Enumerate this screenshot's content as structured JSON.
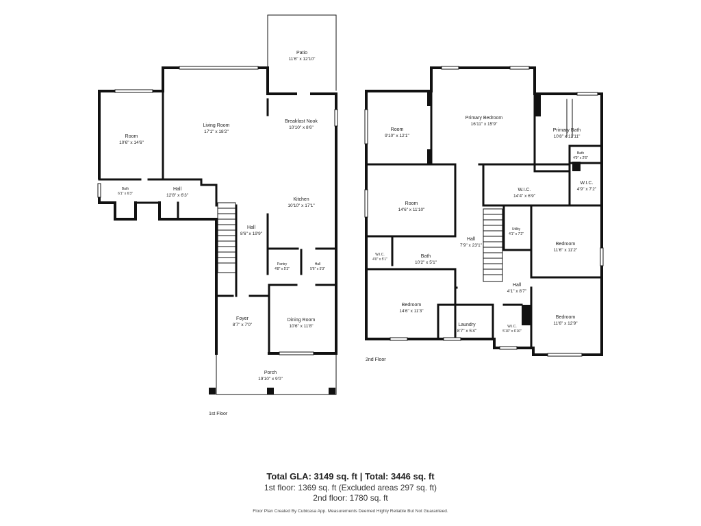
{
  "first_floor": {
    "label": "1st Floor",
    "rooms": [
      {
        "id": "patio",
        "name": "Patio",
        "dims": "11'6\" x 12'10\""
      },
      {
        "id": "room",
        "name": "Room",
        "dims": "10'6\" x 14'6\""
      },
      {
        "id": "living-room",
        "name": "Living Room",
        "dims": "17'1\" x 18'2\""
      },
      {
        "id": "breakfast-nook",
        "name": "Breakfast Nook",
        "dims": "10'10\" x 8'6\""
      },
      {
        "id": "bath",
        "name": "Bath",
        "dims": "6'1\" x 6'3\""
      },
      {
        "id": "hall-a",
        "name": "Hall",
        "dims": "12'8\" x 6'3\""
      },
      {
        "id": "kitchen",
        "name": "Kitchen",
        "dims": "10'10\" x 17'1\""
      },
      {
        "id": "hall-b",
        "name": "Hall",
        "dims": "8'6\" x 19'9\""
      },
      {
        "id": "pantry",
        "name": "Pantry",
        "dims": "4'8\" x 5'3\""
      },
      {
        "id": "hall-c",
        "name": "Hall",
        "dims": "5'6\" x 5'3\""
      },
      {
        "id": "foyer",
        "name": "Foyer",
        "dims": "8'7\" x 7'0\""
      },
      {
        "id": "dining-room",
        "name": "Dining Room",
        "dims": "10'6\" x 11'8\""
      },
      {
        "id": "porch",
        "name": "Porch",
        "dims": "19'10\" x 9'0\""
      }
    ]
  },
  "second_floor": {
    "label": "2nd Floor",
    "rooms": [
      {
        "id": "room-a",
        "name": "Room",
        "dims": "9'10\" x 12'1\""
      },
      {
        "id": "primary-bedroom",
        "name": "Primary Bedroom",
        "dims": "16'11\" x 15'9\""
      },
      {
        "id": "primary-bath",
        "name": "Primary Bath",
        "dims": "10'8\" x 12'11\""
      },
      {
        "id": "bath-small",
        "name": "Bath",
        "dims": "4'9\" x 2'6\""
      },
      {
        "id": "wic-a",
        "name": "W.I.C.",
        "dims": "14'4\" x 6'9\""
      },
      {
        "id": "wic-b",
        "name": "W.I.C.",
        "dims": "4'9\" x 7'2\""
      },
      {
        "id": "room-b",
        "name": "Room",
        "dims": "14'6\" x 11'10\""
      },
      {
        "id": "utility",
        "name": "Utility",
        "dims": "4'1\" x 7'2\""
      },
      {
        "id": "hall-main",
        "name": "Hall",
        "dims": "7'9\" x 23'1\""
      },
      {
        "id": "bedroom-a",
        "name": "Bedroom",
        "dims": "11'6\" x 11'2\""
      },
      {
        "id": "wic-c",
        "name": "W.I.C.",
        "dims": "4'0\" x 5'1\""
      },
      {
        "id": "bath-b",
        "name": "Bath",
        "dims": "10'2\" x 5'1\""
      },
      {
        "id": "hall-small",
        "name": "Hall",
        "dims": "4'1\" x 8'7\""
      },
      {
        "id": "bedroom-b",
        "name": "Bedroom",
        "dims": "14'6\" x 11'3\""
      },
      {
        "id": "laundry",
        "name": "Laundry",
        "dims": "8'7\" x 5'4\""
      },
      {
        "id": "wic-d",
        "name": "W.I.C.",
        "dims": "5'10\" x 6'10\""
      },
      {
        "id": "bedroom-c",
        "name": "Bedroom",
        "dims": "11'6\" x 12'9\""
      }
    ]
  },
  "summary": {
    "total": "Total GLA: 3149 sq. ft | Total: 3446 sq. ft",
    "first_floor": "1st floor: 1369 sq. ft (Excluded areas 297 sq. ft)",
    "second_floor": "2nd floor: 1780 sq. ft"
  },
  "credit": "Floor Plan Created By Cubicasa App. Measurements Deemed Highly Reliable But Not Guaranteed."
}
